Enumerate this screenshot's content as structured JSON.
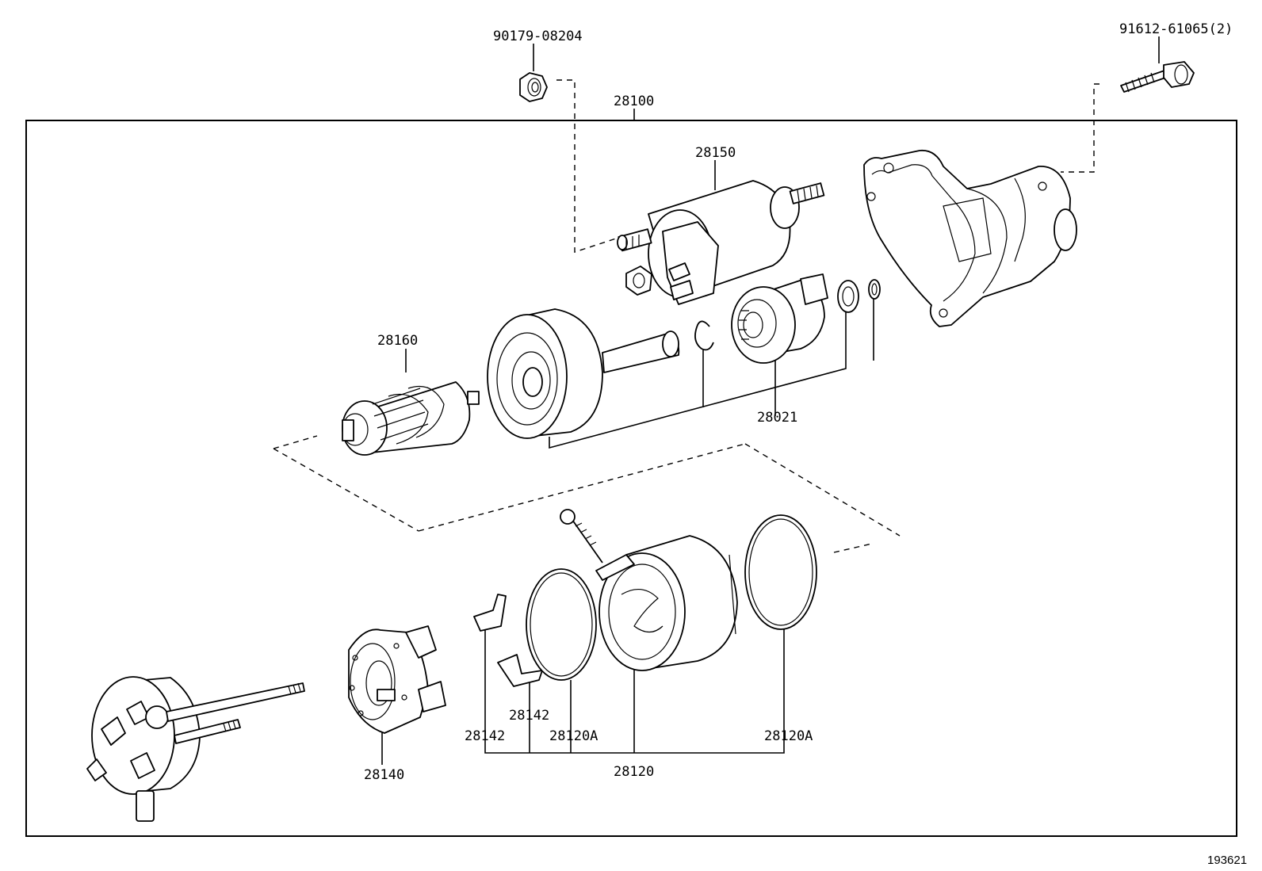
{
  "diagram": {
    "figure_number": "193621",
    "labels": {
      "p90179": "90179-08204",
      "p91612": "91612-61065(2)",
      "p28100": "28100",
      "p28150": "28150",
      "p28160": "28160",
      "p28021": "28021",
      "p28140": "28140",
      "p28142a": "28142",
      "p28142b": "28142",
      "p28120A_left": "28120A",
      "p28120A_right": "28120A",
      "p28120": "28120"
    }
  }
}
